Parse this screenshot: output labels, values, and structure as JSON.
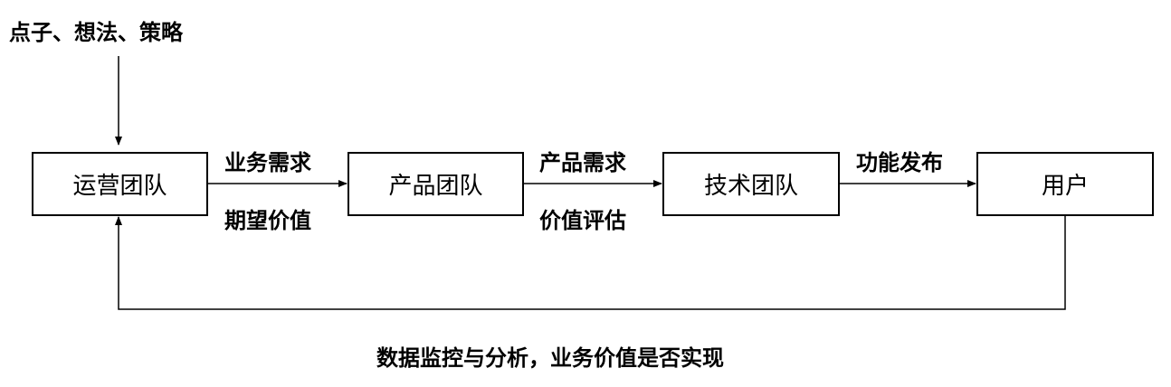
{
  "input_label": "点子、想法、策略",
  "nodes": {
    "ops": "运营团队",
    "product": "产品团队",
    "tech": "技术团队",
    "user": "用户"
  },
  "edges": {
    "ops_to_product_top": "业务需求",
    "ops_to_product_bottom": "期望价值",
    "product_to_tech_top": "产品需求",
    "product_to_tech_bottom": "价值评估",
    "tech_to_user_top": "功能发布"
  },
  "feedback_label": "数据监控与分析，业务价值是否实现"
}
